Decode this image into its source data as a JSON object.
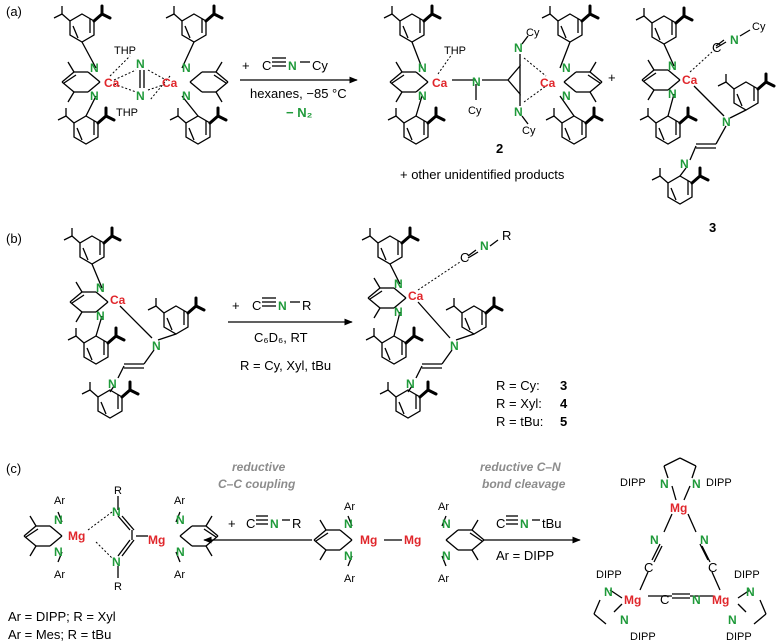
{
  "panels": {
    "a": {
      "label": "(a)",
      "reactant_labels": [
        "THP",
        "THP"
      ],
      "reagent_prefix": "+",
      "reagent_C": "C",
      "reagent_N": "N",
      "reagent_R": "Cy",
      "conditions": "hexanes, −85 °C",
      "byproduct": "− N₂",
      "product2_labels": [
        "THP",
        "Cy",
        "Cy",
        "Cy"
      ],
      "compound_2": "2",
      "plus": "+",
      "compound_3": "3",
      "product3_label": "Cy",
      "note": "+ other unidentified products"
    },
    "b": {
      "label": "(b)",
      "reagent_prefix": "+",
      "reagent_R": "R",
      "conditions": "C₆D₆, RT",
      "r_groups": "R = Cy, Xyl, tBu",
      "product_R": "R",
      "results": [
        {
          "r": "R = Cy:",
          "compound": "3"
        },
        {
          "r": "R = Xyl:",
          "compound": "4"
        },
        {
          "r": "R = tBu:",
          "compound": "5"
        }
      ]
    },
    "c": {
      "label": "(c)",
      "left_label_1": "reductive",
      "left_label_2": "C–C coupling",
      "right_label_1": "reductive C–N",
      "right_label_2": "bond cleavage",
      "left_reagent_R": "R",
      "right_reagent_R": "tBu",
      "ar_def": "Ar = DIPP",
      "ar": "Ar",
      "dipp": "DIPP",
      "left_R": "R",
      "note_1": "Ar = DIPP; R = Xyl",
      "note_2": "Ar = Mes; R = tBu"
    }
  },
  "atoms": {
    "Ca": "Ca",
    "Mg": "Mg",
    "N": "N",
    "C": "C"
  },
  "colors": {
    "nitrogen": "#1f9a3a",
    "metal": "#e0262b",
    "grey_text": "#8c8c8c"
  }
}
